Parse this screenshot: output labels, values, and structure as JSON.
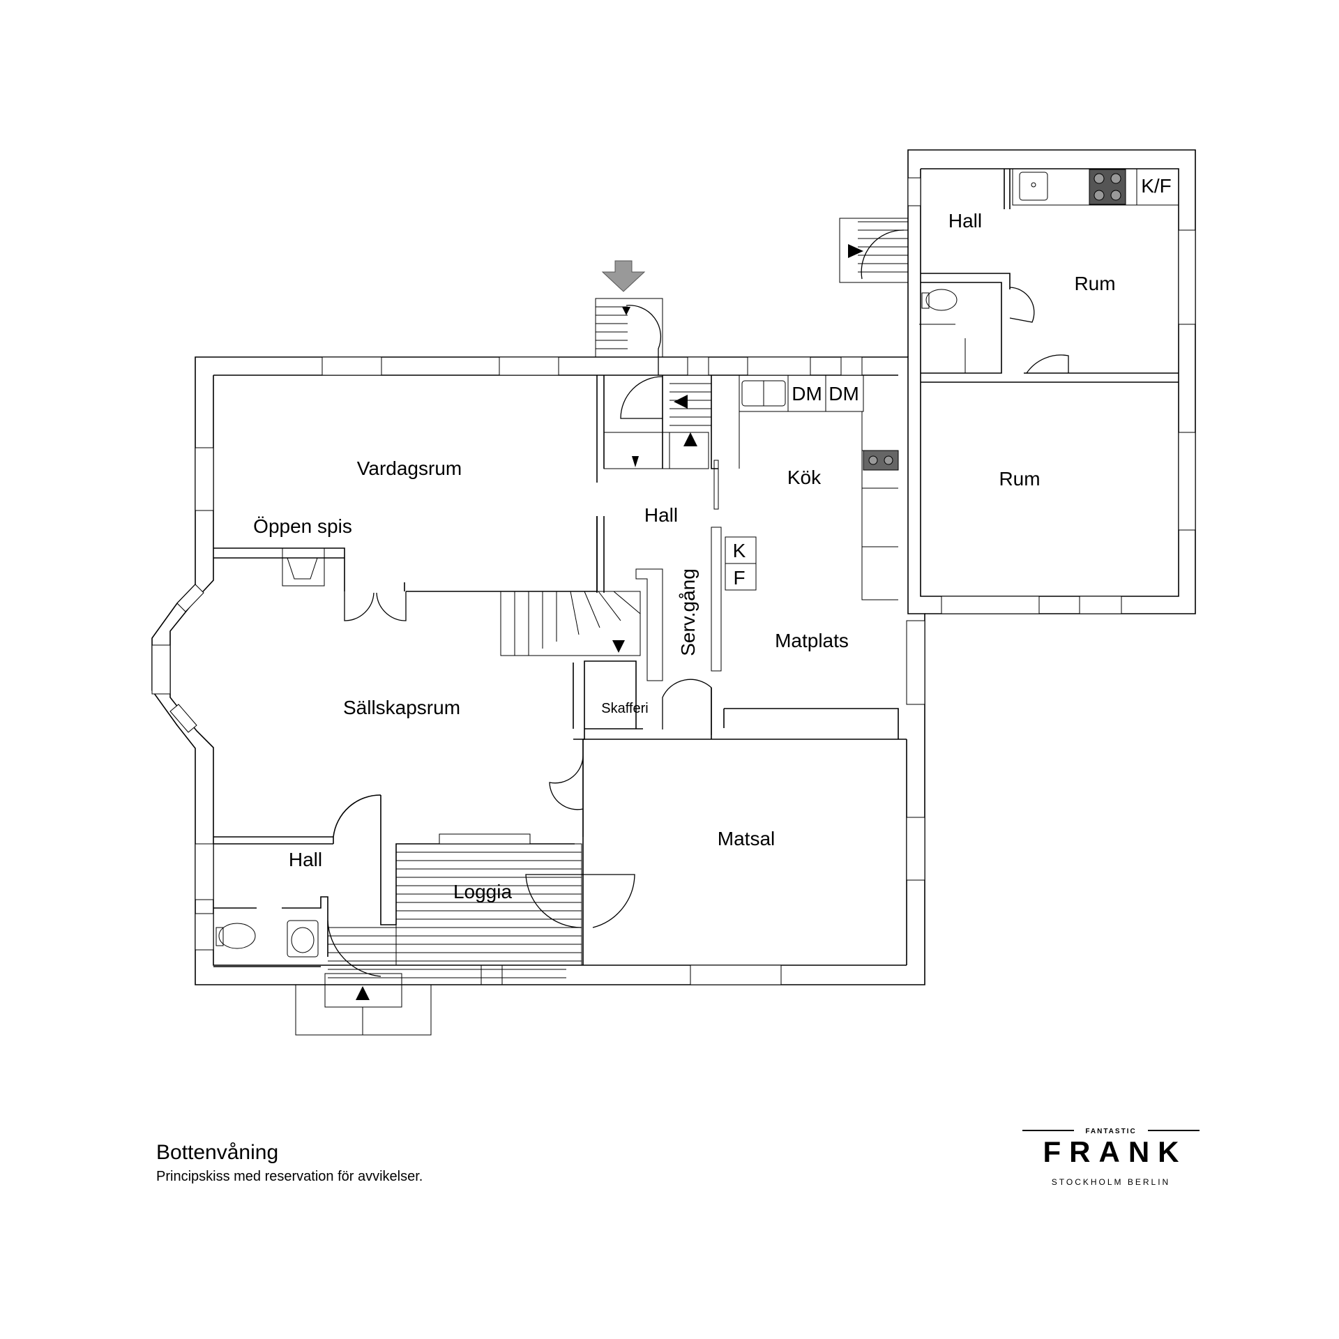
{
  "plan": {
    "rooms": {
      "vardagsrum": "Vardagsrum",
      "oppen_spis": "Öppen spis",
      "hall_center": "Hall",
      "kok": "Kök",
      "dm1": "DM",
      "dm2": "DM",
      "k": "K",
      "f": "F",
      "servgang": "Serv.gång",
      "matplats": "Matplats",
      "sallskapsrum": "Sällskapsrum",
      "skafferi": "Skafferi",
      "matsal": "Matsal",
      "hall_bottom": "Hall",
      "loggia": "Loggia",
      "hall_annex": "Hall",
      "kf": "K/F",
      "rum_upper": "Rum",
      "rum_lower": "Rum"
    }
  },
  "caption": {
    "title": "Bottenvåning",
    "subtitle": "Principskiss med reservation för avvikelser."
  },
  "logo": {
    "top": "FANTASTIC",
    "main": "FRANK",
    "city": "STOCKHOLM  BERLIN"
  }
}
